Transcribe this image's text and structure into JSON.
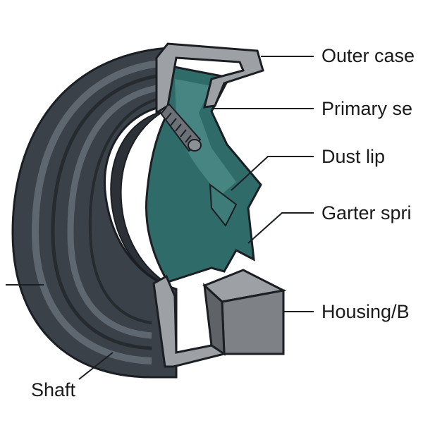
{
  "labels": {
    "outer_case": "Outer case",
    "primary_seal": "Primary se",
    "dust_lip": "Dust lip",
    "garter_spring": "Garter spri",
    "housing": "Housing/B",
    "shaft": "Shaft"
  },
  "colors": {
    "rubber_dark": "#3a4148",
    "rubber_mid": "#4b535b",
    "rubber_light": "#5e676f",
    "seal_teal": "#2f6b69",
    "seal_teal_light": "#4f8e8b",
    "metal_case": "#9da1a6",
    "housing_grey": "#7e8287",
    "outline": "#1b1f24"
  }
}
